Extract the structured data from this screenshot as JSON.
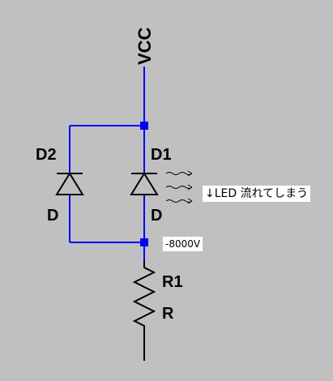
{
  "labels": {
    "vcc": "VCC",
    "d1_ref": "D1",
    "d1_value": "D",
    "d2_ref": "D2",
    "d2_value": "D",
    "r1_ref": "R1",
    "r1_value": "R"
  },
  "annotations": {
    "led_note": "↓LED 流れてしまう",
    "voltage_note": "-8000V"
  },
  "colors": {
    "wire": "#0000ff",
    "node": "#0000ff",
    "component": "#000000",
    "background": "#c0c0c0",
    "note_background": "#ffffff"
  }
}
